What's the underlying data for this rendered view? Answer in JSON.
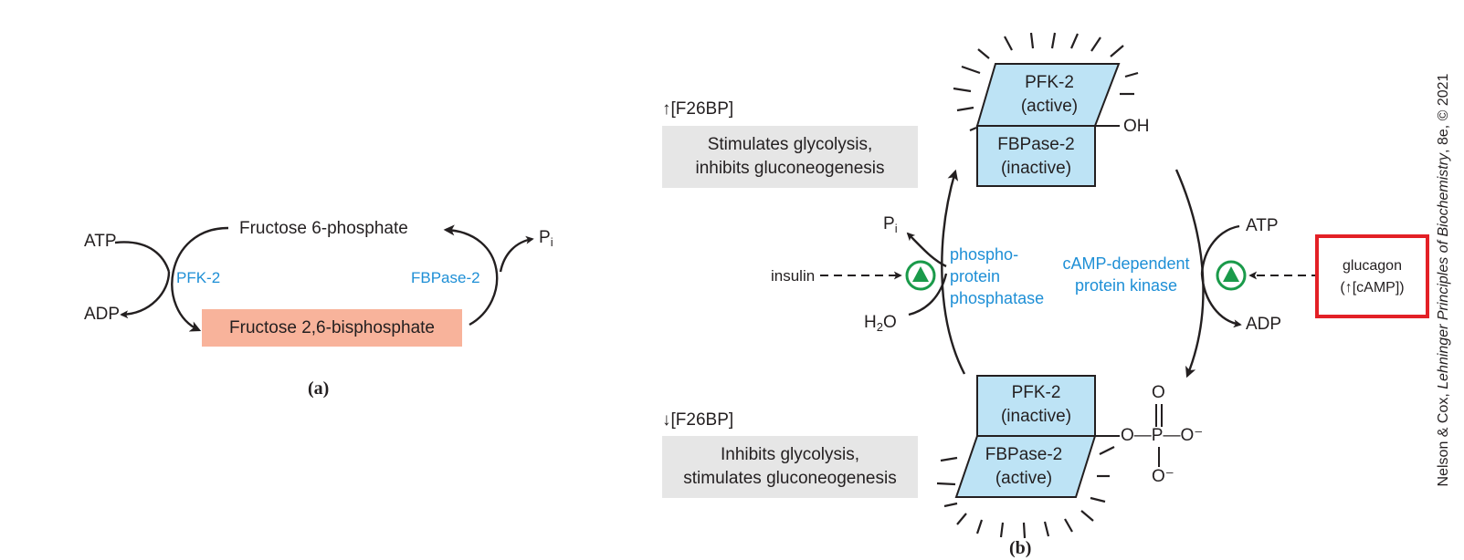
{
  "panel_a": {
    "atp": "ATP",
    "adp": "ADP",
    "pi": "P",
    "pi_sub": "i",
    "f6p": "Fructose 6-phosphate",
    "f26bp": "Fructose 2,6-bisphosphate",
    "pfk2": "PFK-2",
    "fbpase2": "FBPase-2",
    "caption": "(a)"
  },
  "panel_b": {
    "high_f26bp": "↑[F26BP]",
    "high_effect_1": "Stimulates glycolysis,",
    "high_effect_2": "inhibits gluconeogenesis",
    "low_f26bp": "↓[F26BP]",
    "low_effect_1": "Inhibits glycolysis,",
    "low_effect_2": "stimulates gluconeogenesis",
    "top_pfk2": "PFK-2",
    "top_pfk2_state": "(active)",
    "top_fbpase2": "FBPase-2",
    "top_fbpase2_state": "(inactive)",
    "oh": "OH",
    "bottom_pfk2": "PFK-2",
    "bottom_pfk2_state": "(inactive)",
    "bottom_fbpase2": "FBPase-2",
    "bottom_fbpase2_state": "(active)",
    "phosphate_o_top": "O",
    "phosphate_chain": "O—P—O⁻",
    "phosphate_o_bottom": "O⁻",
    "pi": "P",
    "pi_sub": "i",
    "h2o_h": "H",
    "h2o_sub": "2",
    "h2o_o": "O",
    "insulin": "insulin",
    "phosphatase_1": "phospho-",
    "phosphatase_2": "protein",
    "phosphatase_3": "phosphatase",
    "kinase_1": "cAMP-dependent",
    "kinase_2": "protein kinase",
    "atp": "ATP",
    "adp": "ADP",
    "glucagon": "glucagon",
    "camp": "(↑[cAMP])",
    "caption": "(b)"
  },
  "credit": {
    "authors": "Nelson & Cox, ",
    "book": "Lehninger Principles of Biochemistry",
    "edition": ", 8e, © 2021"
  },
  "colors": {
    "enzyme_blue": "#1e8fd6",
    "enzyme_box": "#bde3f5",
    "product_box": "#f8b39b",
    "panel_gray": "#e6e6e6",
    "activator_green": "#1a9a4a",
    "highlight_red": "#e32026"
  }
}
